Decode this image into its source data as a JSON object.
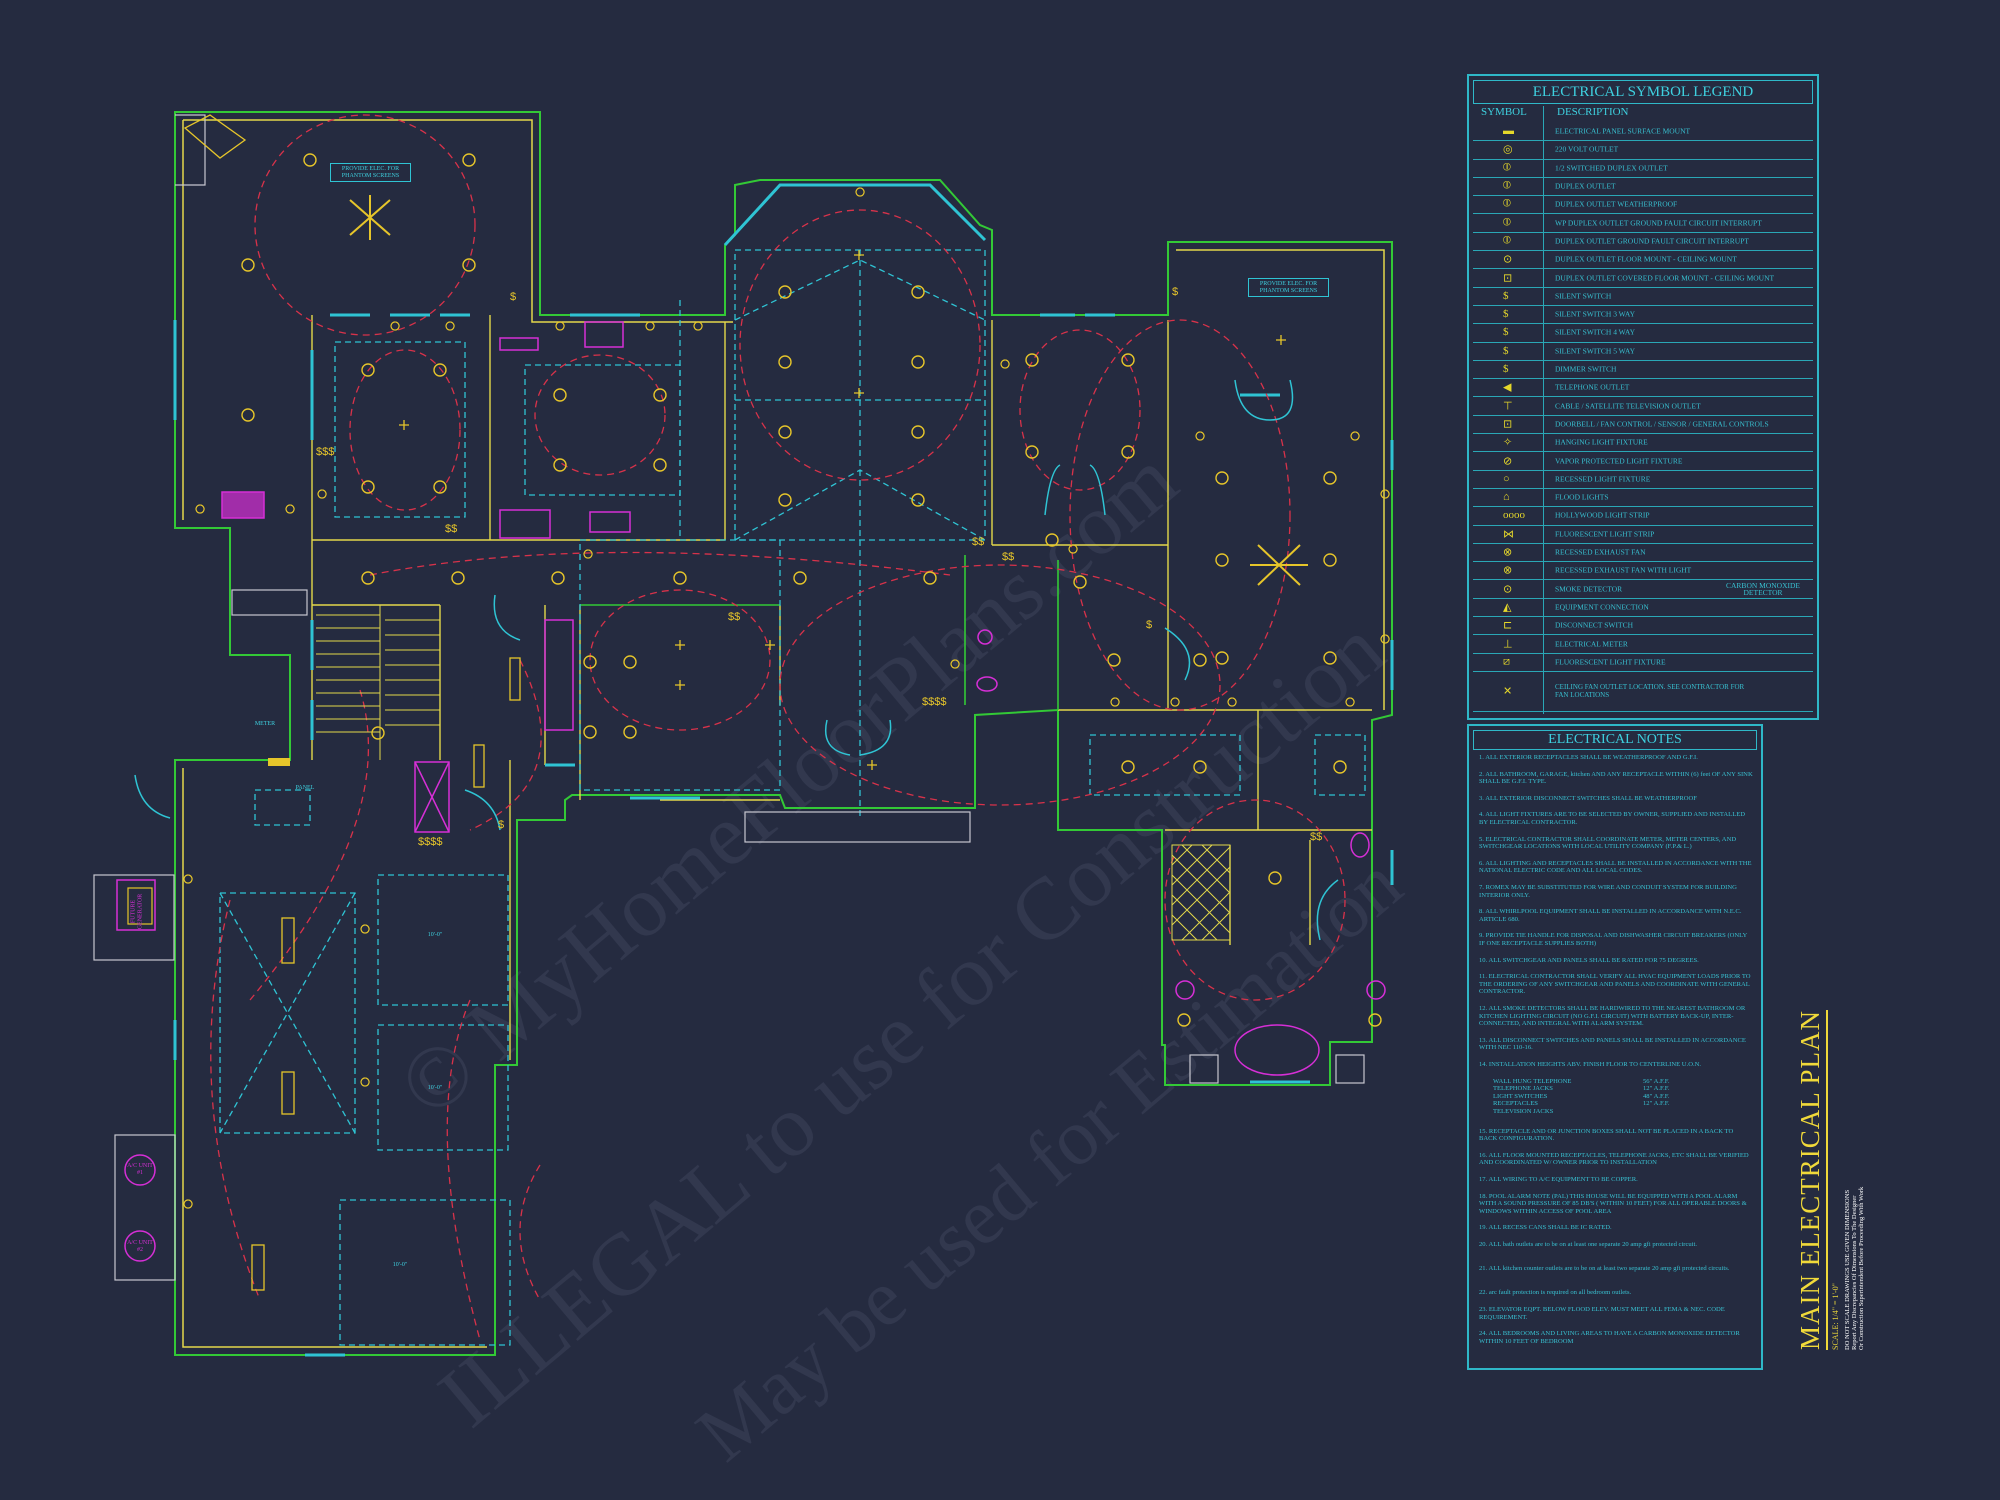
{
  "watermark": {
    "line1": "© MyHomeFloorPlans.com",
    "line2": "ILLEGAL to use for Construction",
    "line3": "May be used for Estimation"
  },
  "plan_labels": {
    "phantom1": "PROVIDE ELEC. FOR PHANTOM SCREENS",
    "phantom2": "PROVIDE ELEC. FOR PHANTOM SCREENS",
    "meter": "METER",
    "panel": "PANEL",
    "generator": "FUTURE GENERATOR",
    "ac1": "A/C UNIT #1",
    "ac2": "A/C UNIT #2",
    "dim1": "10'-0\"",
    "dim2": "10'-0\"",
    "dim3": "10'-0\""
  },
  "legend": {
    "title": "ELECTRICAL SYMBOL LEGEND",
    "col_symbol": "SYMBOL",
    "col_description": "DESCRIPTION",
    "rows": [
      {
        "sym": "▬",
        "desc": "ELECTRICAL PANEL SURFACE MOUNT"
      },
      {
        "sym": "◎",
        "desc": "220 VOLT OUTLET"
      },
      {
        "sym": "⦶",
        "desc": "1/2 SWITCHED DUPLEX OUTLET"
      },
      {
        "sym": "⦶",
        "desc": "DUPLEX OUTLET"
      },
      {
        "sym": "⦶",
        "desc": "DUPLEX OUTLET WEATHERPROOF"
      },
      {
        "sym": "⦶",
        "desc": "WP DUPLEX OUTLET GROUND FAULT CIRCUIT INTERRUPT"
      },
      {
        "sym": "⦶",
        "desc": "DUPLEX OUTLET GROUND FAULT CIRCUIT INTERRUPT"
      },
      {
        "sym": "⊙",
        "desc": "DUPLEX OUTLET FLOOR MOUNT - CEILING MOUNT"
      },
      {
        "sym": "⊡",
        "desc": "DUPLEX OUTLET COVERED FLOOR MOUNT - CEILING MOUNT"
      },
      {
        "sym": "$",
        "desc": "SILENT SWITCH"
      },
      {
        "sym": "$",
        "desc": "SILENT SWITCH 3 WAY"
      },
      {
        "sym": "$",
        "desc": "SILENT SWITCH 4 WAY"
      },
      {
        "sym": "$",
        "desc": "SILENT SWITCH 5 WAY"
      },
      {
        "sym": "$",
        "desc": "DIMMER SWITCH"
      },
      {
        "sym": "◀",
        "desc": "TELEPHONE OUTLET"
      },
      {
        "sym": "⊤",
        "desc": "CABLE / SATELLITE TELEVISION OUTLET"
      },
      {
        "sym": "⊡",
        "desc": "DOORBELL / FAN CONTROL / SENSOR / GENERAL CONTROLS"
      },
      {
        "sym": "✧",
        "desc": "HANGING LIGHT FIXTURE"
      },
      {
        "sym": "⊘",
        "desc": "VAPOR PROTECTED LIGHT FIXTURE"
      },
      {
        "sym": "○",
        "desc": "RECESSED LIGHT FIXTURE"
      },
      {
        "sym": "⌂",
        "desc": "FLOOD LIGHTS"
      },
      {
        "sym": "oooo",
        "desc": "HOLLYWOOD LIGHT STRIP"
      },
      {
        "sym": "⋈",
        "desc": "FLUORESCENT LIGHT STRIP"
      },
      {
        "sym": "⊗",
        "desc": "RECESSED EXHAUST FAN"
      },
      {
        "sym": "⊗",
        "desc": "RECESSED EXHAUST FAN WITH LIGHT"
      },
      {
        "sym": "⊙",
        "desc": "SMOKE DETECTOR",
        "extra": "CARBON MONOXIDE DETECTOR"
      },
      {
        "sym": "◭",
        "desc": "EQUIPMENT CONNECTION"
      },
      {
        "sym": "⊏",
        "desc": "DISCONNECT SWITCH"
      },
      {
        "sym": "⊥",
        "desc": "ELECTRICAL METER"
      },
      {
        "sym": "⧄",
        "desc": "FLUORESCENT LIGHT FIXTURE"
      },
      {
        "sym": "✕",
        "desc": "CEILING FAN OUTLET LOCATION. SEE CONTRACTOR FOR FAN LOCATIONS"
      }
    ]
  },
  "notes": {
    "title": "ELECTRICAL NOTES",
    "items": [
      "1. ALL EXTERIOR RECEPTACLES SHALL BE WEATHERPROOF AND G.F.I.",
      "2. ALL BATHROOM, GARAGE, kitchen AND ANY RECEPTACLE WITHIN (6) feet OF ANY SINK SHALL BE G.F.I. TYPE.",
      "3. ALL EXTERIOR DISCONNECT SWITCHES SHALL BE WEATHERPROOF",
      "4. ALL LIGHT FIXTURES ARE TO BE SELECTED BY OWNER, SUPPLIED AND INSTALLED BY ELECTRICAL CONTRACTOR.",
      "5. ELECTRICAL CONTRACTOR SHALL COORDINATE METER, METER CENTERS, AND SWITCHGEAR LOCATIONS WITH LOCAL UTILITY COMPANY (F.P.& L.)",
      "6. ALL LIGHTING AND RECEPTACLES SHALL BE INSTALLED IN ACCORDANCE WITH THE NATIONAL ELECTRIC CODE AND ALL LOCAL CODES.",
      "7. ROMEX MAY BE SUBSTITUTED FOR WIRE AND CONDUIT SYSTEM FOR BUILDING INTERIOR ONLY.",
      "8. ALL WHIRLPOOL EQUIPMENT SHALL BE INSTALLED IN ACCORDANCE WITH N.E.C. ARTICLE 680.",
      "9. PROVIDE TIE HANDLE FOR DISPOSAL AND DISHWASHER CIRCUIT BREAKERS (ONLY IF ONE RECEPTACLE SUPPLIES BOTH)",
      "10. ALL SWITCHGEAR AND PANELS SHALL BE RATED FOR 75 DEGREES.",
      "11. ELECTRICAL CONTRACTOR SHALL VERIFY ALL HVAC EQUIPMENT LOADS PRIOR TO THE ORDERING OF ANY SWITCHGEAR AND PANELS AND COORDINATE WITH GENERAL CONTRACTOR.",
      "12. ALL SMOKE DETECTORS SHALL BE HARDWIRED TO THE NEAREST BATHROOM OR KITCHEN LIGHTING CIRCUIT (NO G.F.I. CIRCUIT) WITH BATTERY BACK-UP, INTER-CONNECTED, AND INTEGRAL WITH ALARM SYSTEM.",
      "13. ALL DISCONNECT SWITCHES AND PANELS SHALL BE INSTALLED IN ACCORDANCE WITH NEC 110-16.",
      "14. INSTALLATION HEIGHTS ABV. FINISH FLOOR TO CENTERLINE U.O.N.",
      "15. RECEPTACLE AND OR JUNCTION BOXES SHALL NOT BE PLACED IN A BACK TO BACK CONFIGURATION.",
      "16. ALL FLOOR MOUNTED RECEPTACLES, TELEPHONE JACKS, ETC SHALL BE VERIFIED AND COORDINATED W/ OWNER PRIOR TO INSTALLATION",
      "17. ALL WIRING TO A/C EQUIPMENT TO BE COPPER.",
      "18. POOL ALARM NOTE (PAL) THIS HOUSE WILL BE EQUIPPED WITH A POOL ALARM WITH A SOUND PRESSURE OF 85 DB'S ( WITHIN 10 FEET) FOR ALL OPERABLE DOORS & WINDOWS WITHIN ACCESS OF POOL AREA",
      "19. ALL RECESS CANS SHALL BE IC RATED.",
      "20. ALL bath outlets are to be on at least one separate 20 amp gfi protected circuit.",
      "21. ALL kitchen counter outlets are to be on at least two separate 20 amp gfi protected circuits.",
      "22. arc fault protection is required on all bedroom outlets.",
      "23. ELEVATOR EQPT. BELOW FLOOD ELEV. MUST MEET ALL FEMA & NEC. CODE REQUIREMENT.",
      "24. ALL BEDROOMS AND LIVING AREAS TO HAVE A CARBON MONOXIDE DETECTOR WITHIN 10 FEET OF BEDROOM"
    ],
    "heights": [
      {
        "label": "WALL HUNG TELEPHONE",
        "value": "56\" A.F.F."
      },
      {
        "label": "TELEPHONE JACKS",
        "value": "12\" A.F.F."
      },
      {
        "label": "LIGHT SWITCHES",
        "value": "48\" A.F.F."
      },
      {
        "label": "RECEPTACLES",
        "value": "12\" A.F.F."
      },
      {
        "label": "TELEVISION JACKS",
        "value": ""
      }
    ]
  },
  "title_block": {
    "title": "MAIN ELECTRICAL PLAN",
    "scale": "SCALE: 1/4\" = 1'-0\"",
    "line1": "DO NOT SCALE DRAWINGS USE GIVEN DIMENSIONS",
    "line2": "Report Any Discrepancies Of Dimensions To The Designer",
    "line3": "Or Construction Superintendent Before Proceeding With Work"
  },
  "colors": {
    "background": "#252b40",
    "wall": "#33c936",
    "wall_inner": "#e3d84a",
    "cyan": "#2fc4d4",
    "circuit": "#d8324a",
    "fixture": "#e6c52a",
    "magenta": "#d62fd6"
  }
}
